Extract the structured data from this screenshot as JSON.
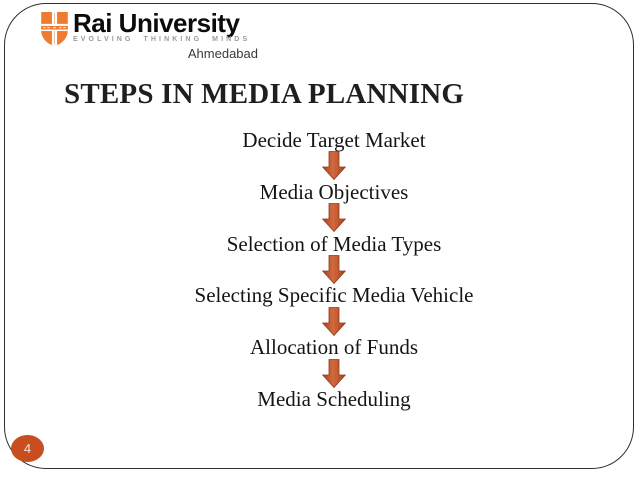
{
  "slide": {
    "title": "STEPS IN MEDIA PLANNING",
    "page_number": "4"
  },
  "logo": {
    "name": "Rai University",
    "tagline": "EVOLVING THINKING MINDS",
    "city": "Ahmedabad"
  },
  "flow": {
    "steps": [
      "Decide Target Market",
      "Media Objectives",
      "Selection of Media Types",
      "Selecting Specific Media Vehicle",
      "Allocation of Funds",
      "Media Scheduling"
    ]
  },
  "colors": {
    "logo_orange": "#ee7b2f",
    "arrow_fill": "#be502d",
    "arrow_edge": "#8f3a1c",
    "page_badge": "#c84e20",
    "title_text": "#1f1f1f"
  }
}
